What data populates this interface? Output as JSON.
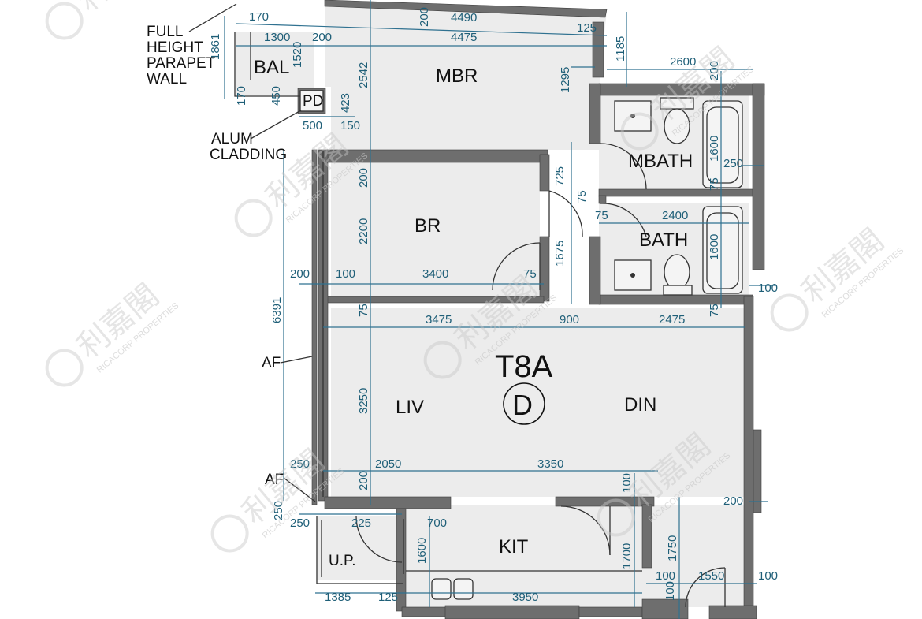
{
  "unit": {
    "label": "T8A",
    "badge": "D"
  },
  "rooms": {
    "mbr": "MBR",
    "br": "BR",
    "mbath": "MBATH",
    "bath": "BATH",
    "liv": "LIV",
    "din": "DIN",
    "kit": "KIT",
    "bal": "BAL",
    "pd": "PD",
    "up": "U.P."
  },
  "notes": {
    "parapet_1": "FULL",
    "parapet_2": "HEIGHT",
    "parapet_3": "PARAPET",
    "parapet_4": "WALL",
    "alum_1": "ALUM",
    "alum_2": "CLADDING",
    "af_top": "AF",
    "af_bottom": "AF"
  },
  "dims": {
    "d170_top": "170",
    "d200_top": "200",
    "d4490": "4490",
    "d125_top": "125",
    "d1861": "1861",
    "d1300": "1300",
    "d200_b": "200",
    "d4475": "4475",
    "d1185": "1185",
    "d1520": "1520",
    "d2542": "2542",
    "d1295": "1295",
    "d2600": "2600",
    "d200_mb": "200",
    "d170_left": "170",
    "d450": "450",
    "d423": "423",
    "d500": "500",
    "d150": "150",
    "d1600_mb": "1600",
    "d250_mb": "250",
    "d200_br": "200",
    "d725": "725",
    "d75_br": "75",
    "d75_bath": "75",
    "d2400": "2400",
    "d2200": "2200",
    "d1675": "1675",
    "d1600_b": "1600",
    "d75_bath2": "75",
    "d200_liv": "200",
    "d100_liv": "100",
    "d3400": "3400",
    "d75_br2": "75",
    "d100_right": "100",
    "d6391": "6391",
    "d75_liv": "75",
    "d3475": "3475",
    "d900": "900",
    "d2475": "2475",
    "d75_din": "75",
    "d3250": "3250",
    "d250_a": "250",
    "d2050": "2050",
    "d3350": "3350",
    "d200_kt": "200",
    "d100_kt": "100",
    "d200_din": "200",
    "d250_b": "250",
    "d250_c": "250",
    "d225": "225",
    "d700": "700",
    "d1600_k": "1600",
    "d1700": "1700",
    "d1750": "1750",
    "d100_e1": "100",
    "d1550": "1550",
    "d100_e2": "100",
    "d100_e3": "100",
    "d1385": "1385",
    "d125_b": "125",
    "d3950": "3950"
  },
  "watermark": {
    "text": "利嘉閣",
    "sub": "RICACORP PROPERTIES"
  },
  "colors": {
    "wall": "#6e6e6e",
    "dimension": "#2f7190",
    "floor": "#ececec"
  }
}
